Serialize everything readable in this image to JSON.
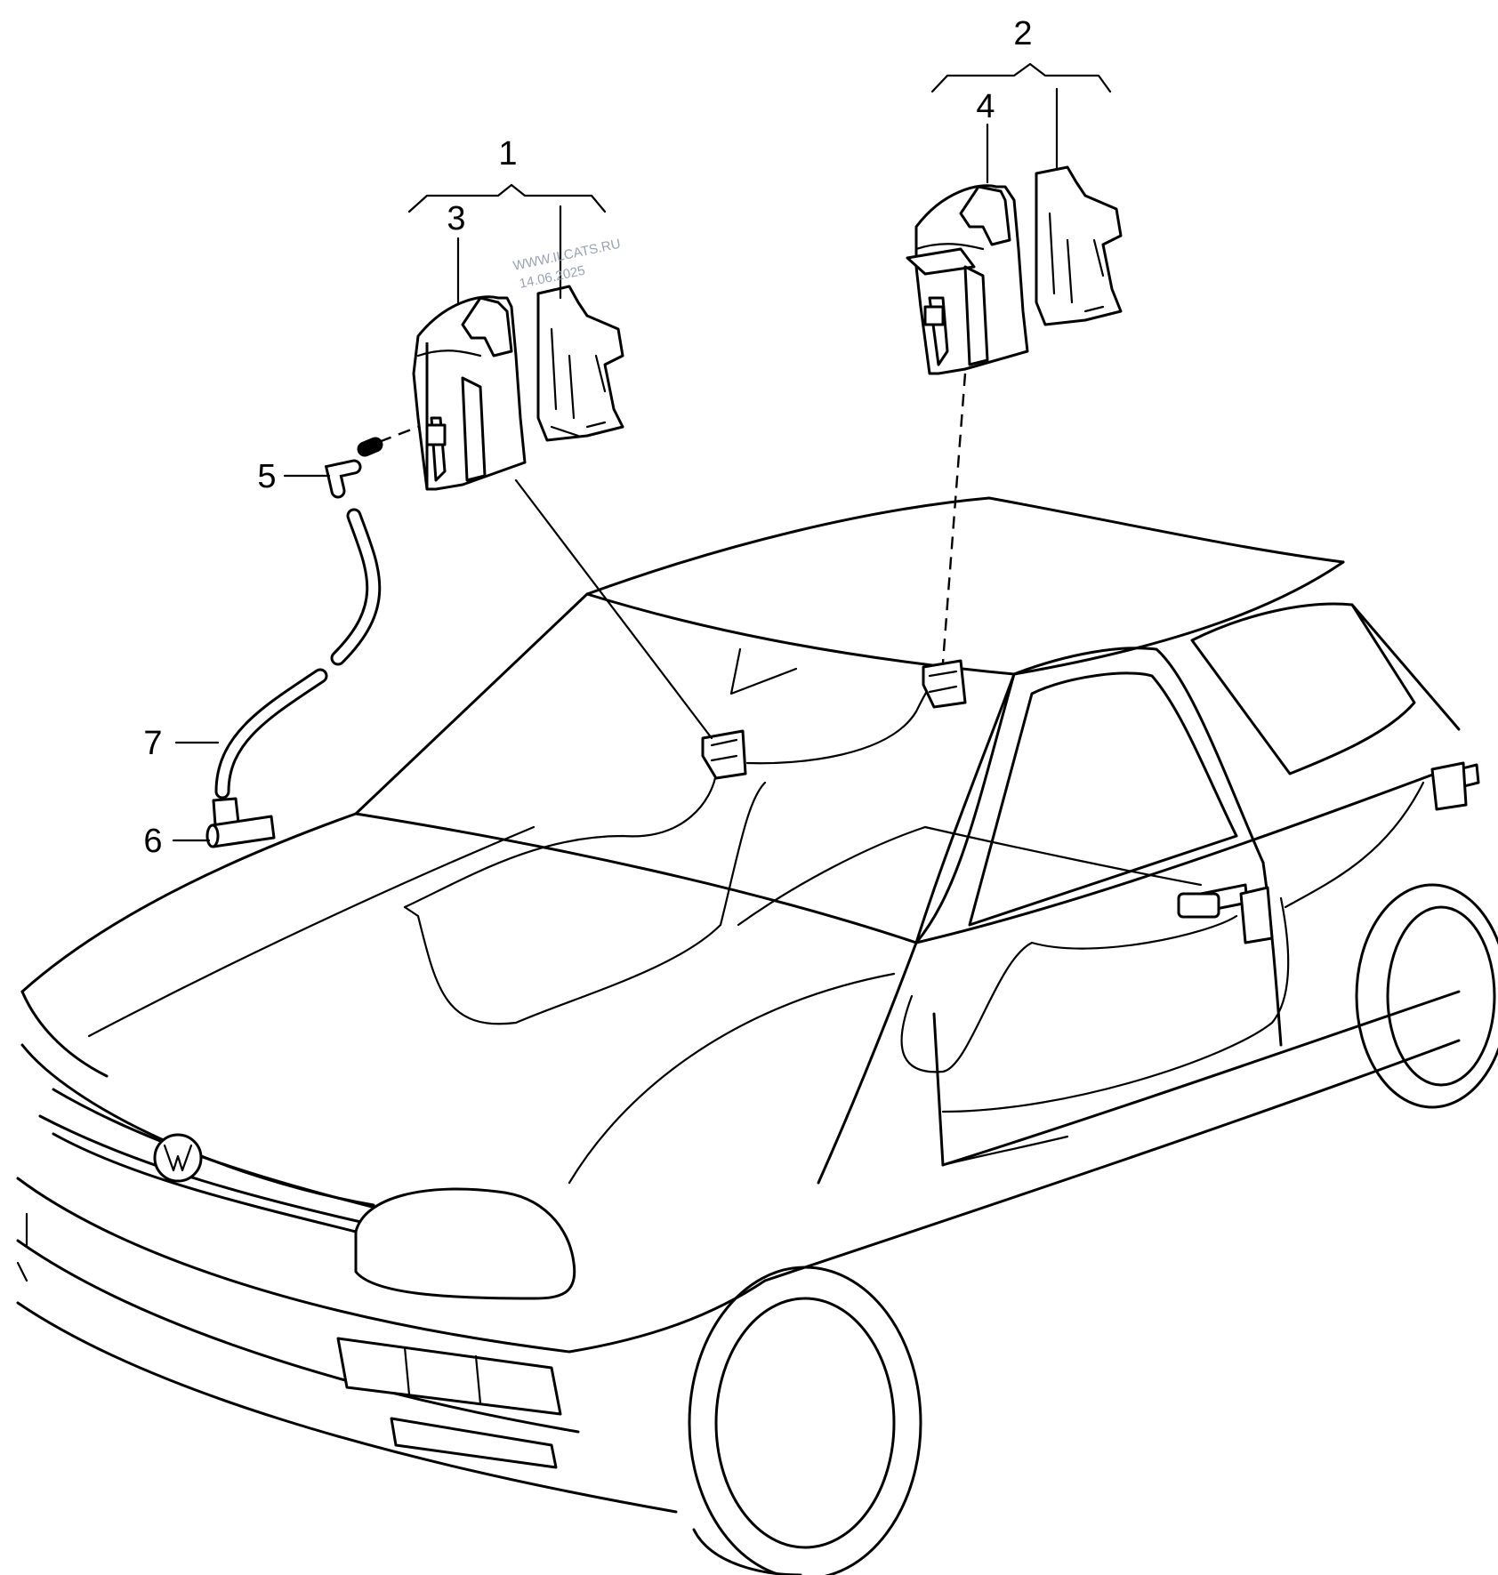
{
  "callouts": [
    {
      "id": "1",
      "text": "1"
    },
    {
      "id": "2",
      "text": "2"
    },
    {
      "id": "3",
      "text": "3"
    },
    {
      "id": "4",
      "text": "4"
    },
    {
      "id": "5",
      "text": "5"
    },
    {
      "id": "6",
      "text": "6"
    },
    {
      "id": "7",
      "text": "7"
    }
  ],
  "watermark": {
    "line1": "WWW.ILCATS.RU",
    "line2": "14.06.2025"
  },
  "icons": {
    "logo": "vw-logo-icon"
  }
}
